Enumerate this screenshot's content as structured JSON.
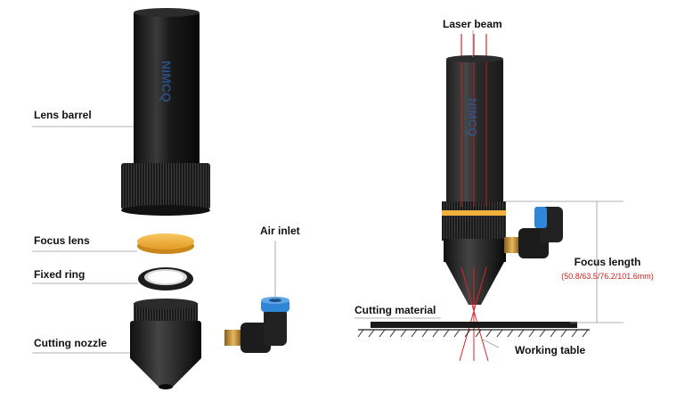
{
  "colors": {
    "barrel": "#1b1b1b",
    "lens": "#f2b13c",
    "laser": "#d9262a",
    "fitting_blue": "#2f86d6",
    "brass": "#c8963e",
    "watermark": "#2a5d9c",
    "leader_line": "#9a9a9a"
  },
  "left_panel": {
    "lens_barrel": "Lens barrel",
    "focus_lens": "Focus lens",
    "fixed_ring": "Fixed ring",
    "cutting_nozzle": "Cutting nozzle",
    "air_inlet": "Air inlet",
    "watermark": "NIMCQ"
  },
  "right_panel": {
    "laser_beam": "Laser beam",
    "focus_length": "Focus length",
    "focus_values": "(50.8/63.5/76.2/101.6mm)",
    "cutting_material": "Cutting material",
    "working_table": "Working table",
    "watermark": "NIMCQ"
  }
}
